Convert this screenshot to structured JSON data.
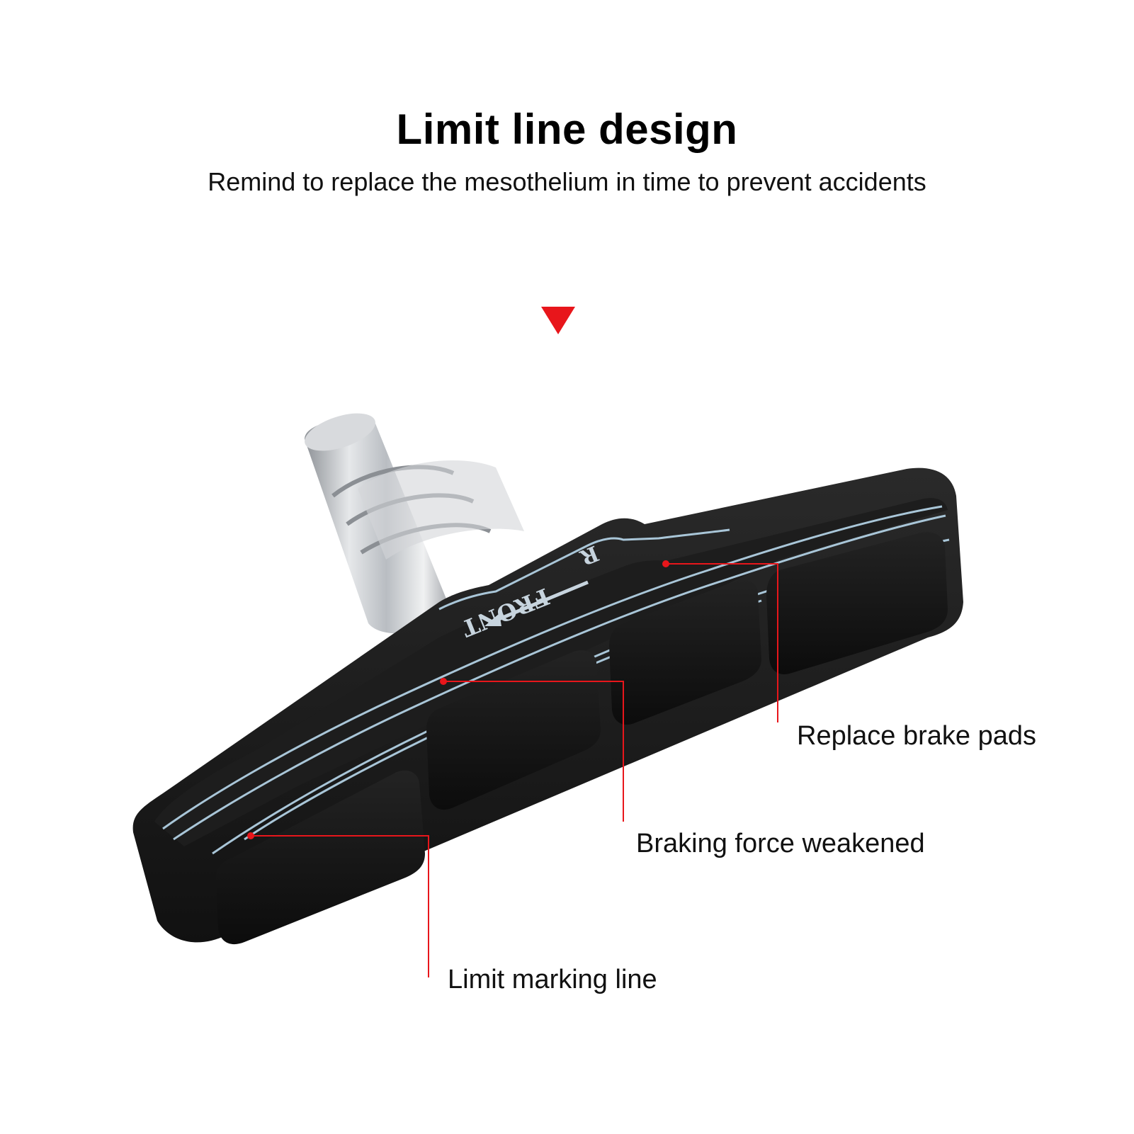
{
  "header": {
    "title": "Limit line design",
    "subtitle": "Remind to replace the mesothelium in time to prevent accidents"
  },
  "product": {
    "arrow_text": "FRONT",
    "arrow_letter": "R"
  },
  "callouts": [
    {
      "label": "Replace brake pads"
    },
    {
      "label": "Braking force weakened"
    },
    {
      "label": "Limit marking line"
    }
  ],
  "colors": {
    "accent": "#e8161b",
    "pad_black": "#151515",
    "limit_line": "#a9c6d8",
    "metal": "#c9ccd0"
  },
  "icons": {
    "pointer": "triangle-down-icon"
  }
}
